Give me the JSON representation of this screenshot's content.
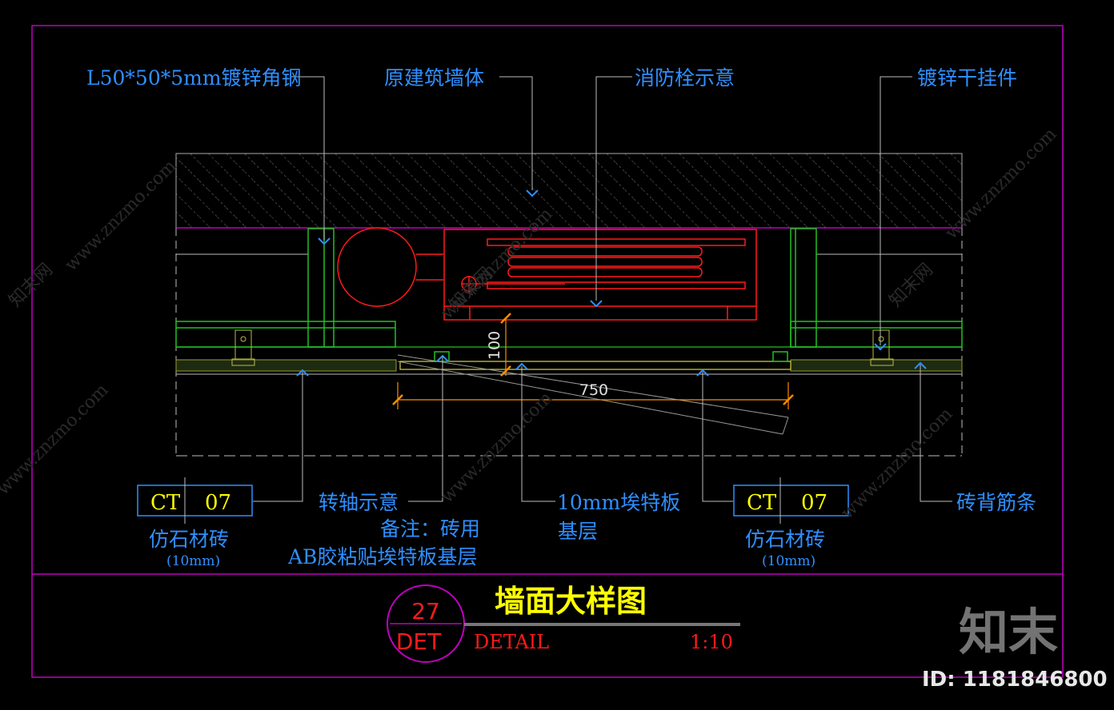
{
  "labels": {
    "angle_steel": "L50*50*5mm镀锌角钢",
    "original_wall": "原建筑墙体",
    "hydrant": "消防栓示意",
    "hanger": "镀锌干挂件",
    "pivot": "转轴示意",
    "ett_base": "10mm埃特板",
    "ett_base_2": "基层",
    "brick_rib": "砖背筋条",
    "note_line1": "备注：砖用",
    "note_line2": "AB胶粘贴埃特板基层"
  },
  "tags": [
    {
      "code": "CT",
      "number": "07",
      "material": "仿石材砖",
      "thickness": "(10mm)"
    },
    {
      "code": "CT",
      "number": "07",
      "material": "仿石材砖",
      "thickness": "(10mm)"
    }
  ],
  "dimensions": {
    "width": "750",
    "height": "100"
  },
  "title_block": {
    "title": "墙面大样图",
    "number": "27",
    "sheet": "DET",
    "subtitle": "DETAIL",
    "scale": "1:10"
  },
  "watermark": {
    "brand": "知末",
    "id": "ID: 1181846800",
    "site": "www.znzmo.com",
    "site_cn": "知末网"
  },
  "colors": {
    "background": "#000000",
    "frame": "#c000c0",
    "label": "#2f8fff",
    "title": "#ffff00",
    "red": "#ff1a1a",
    "green": "#22c022",
    "dimension": "#ff8c00"
  }
}
